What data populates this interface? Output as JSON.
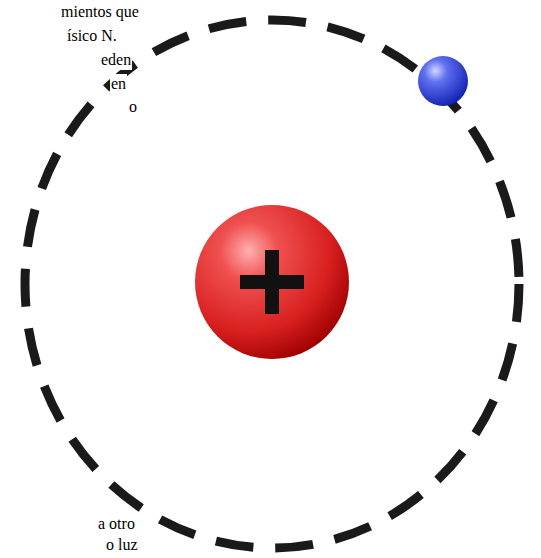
{
  "diagram": {
    "labels": [
      "mientos que",
      "ísico N.",
      "eden",
      "en",
      "o",
      "a otro",
      "o luz"
    ]
  }
}
